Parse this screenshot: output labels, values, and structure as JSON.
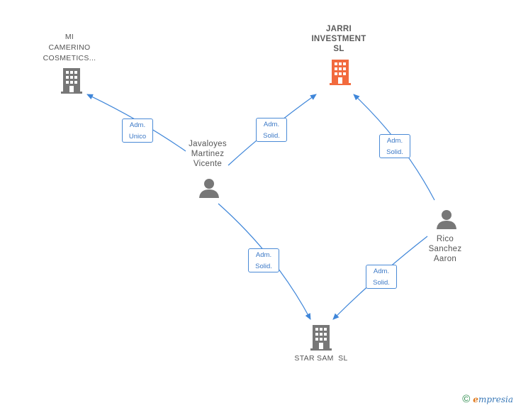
{
  "nodes": {
    "mi_camerino": {
      "name": "MI CAMERINO COSMETICS...",
      "lines": [
        "MI",
        "CAMERINO",
        "COSMETICS..."
      ],
      "type": "company",
      "color": "#777777"
    },
    "jarri": {
      "name": "JARRI INVESTMENT SL",
      "lines": [
        "JARRI",
        "INVESTMENT",
        "SL"
      ],
      "type": "company",
      "color": "#f26a3d"
    },
    "javaloyes": {
      "name": "Javaloyes Martinez Vicente",
      "lines": [
        "Javaloyes",
        "Martinez",
        "Vicente"
      ],
      "type": "person",
      "color": "#777777"
    },
    "rico": {
      "name": "Rico Sanchez Aaron",
      "lines": [
        "Rico",
        "Sanchez",
        "Aaron"
      ],
      "type": "person",
      "color": "#777777"
    },
    "star_sam": {
      "name": "STAR SAM SL",
      "lines": [
        "STAR SAM  SL"
      ],
      "type": "company",
      "color": "#777777"
    }
  },
  "edges": [
    {
      "from": "Javaloyes Martinez Vicente",
      "to": "MI CAMERINO COSMETICS...",
      "label": [
        "Adm.",
        "Unico"
      ]
    },
    {
      "from": "Javaloyes Martinez Vicente",
      "to": "JARRI INVESTMENT SL",
      "label": [
        "Adm.",
        "Solid."
      ]
    },
    {
      "from": "Rico Sanchez Aaron",
      "to": "JARRI INVESTMENT SL",
      "label": [
        "Adm.",
        "Solid."
      ]
    },
    {
      "from": "Javaloyes Martinez Vicente",
      "to": "STAR SAM SL",
      "label": [
        "Adm.",
        "Solid."
      ]
    },
    {
      "from": "Rico Sanchez Aaron",
      "to": "STAR SAM SL",
      "label": [
        "Adm.",
        "Solid."
      ]
    }
  ],
  "style": {
    "edge_color": "#3f86d9",
    "building_grey": "#777777",
    "building_accent": "#f26a3d",
    "person_grey": "#777777"
  },
  "footer": {
    "copyright": "©",
    "brand_initial": "e",
    "brand_rest": "mpresia"
  }
}
